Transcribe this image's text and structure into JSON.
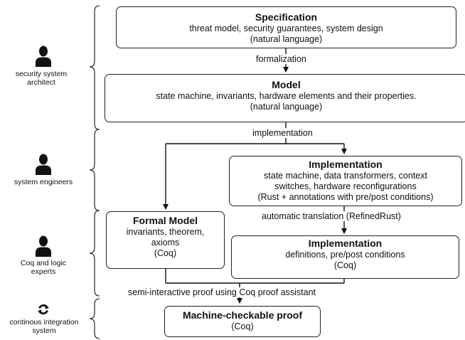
{
  "roles": {
    "architect": "security system architect",
    "engineers": "system engineers",
    "experts": "Coq and logic experts",
    "ci": "continous integration system"
  },
  "boxes": {
    "specification": {
      "title": "Specification",
      "line1": "threat model, security guarantees, system design",
      "line2": "(natural language)"
    },
    "model": {
      "title": "Model",
      "line1": "state machine, invariants, hardware elements and their properties.",
      "line2": "(natural language)"
    },
    "implementation": {
      "title": "Implementation",
      "line1": "state machine, data transformers, context",
      "line2": "switches, hardware reconfigurations",
      "line3": "(Rust + annotations with pre/post conditions)"
    },
    "formal_model": {
      "title": "Formal Model",
      "line1": "invariants, theorem,",
      "line2": "axioms",
      "line3": "(Coq)"
    },
    "implementation_coq": {
      "title": "Implementation",
      "line1": "definitions, pre/post conditions",
      "line2": "(Coq)"
    },
    "proof": {
      "title": "Machine-checkable proof",
      "line1": "(Coq)"
    }
  },
  "edges": {
    "formalization": "formalization",
    "implementation": "implementation",
    "translation": "automatic translation (RefinedRust)",
    "proof": "semi-interactive proof using Coq proof assistant"
  },
  "icons": {
    "person": "person-icon",
    "cycle": "sync-cycle-icon"
  }
}
